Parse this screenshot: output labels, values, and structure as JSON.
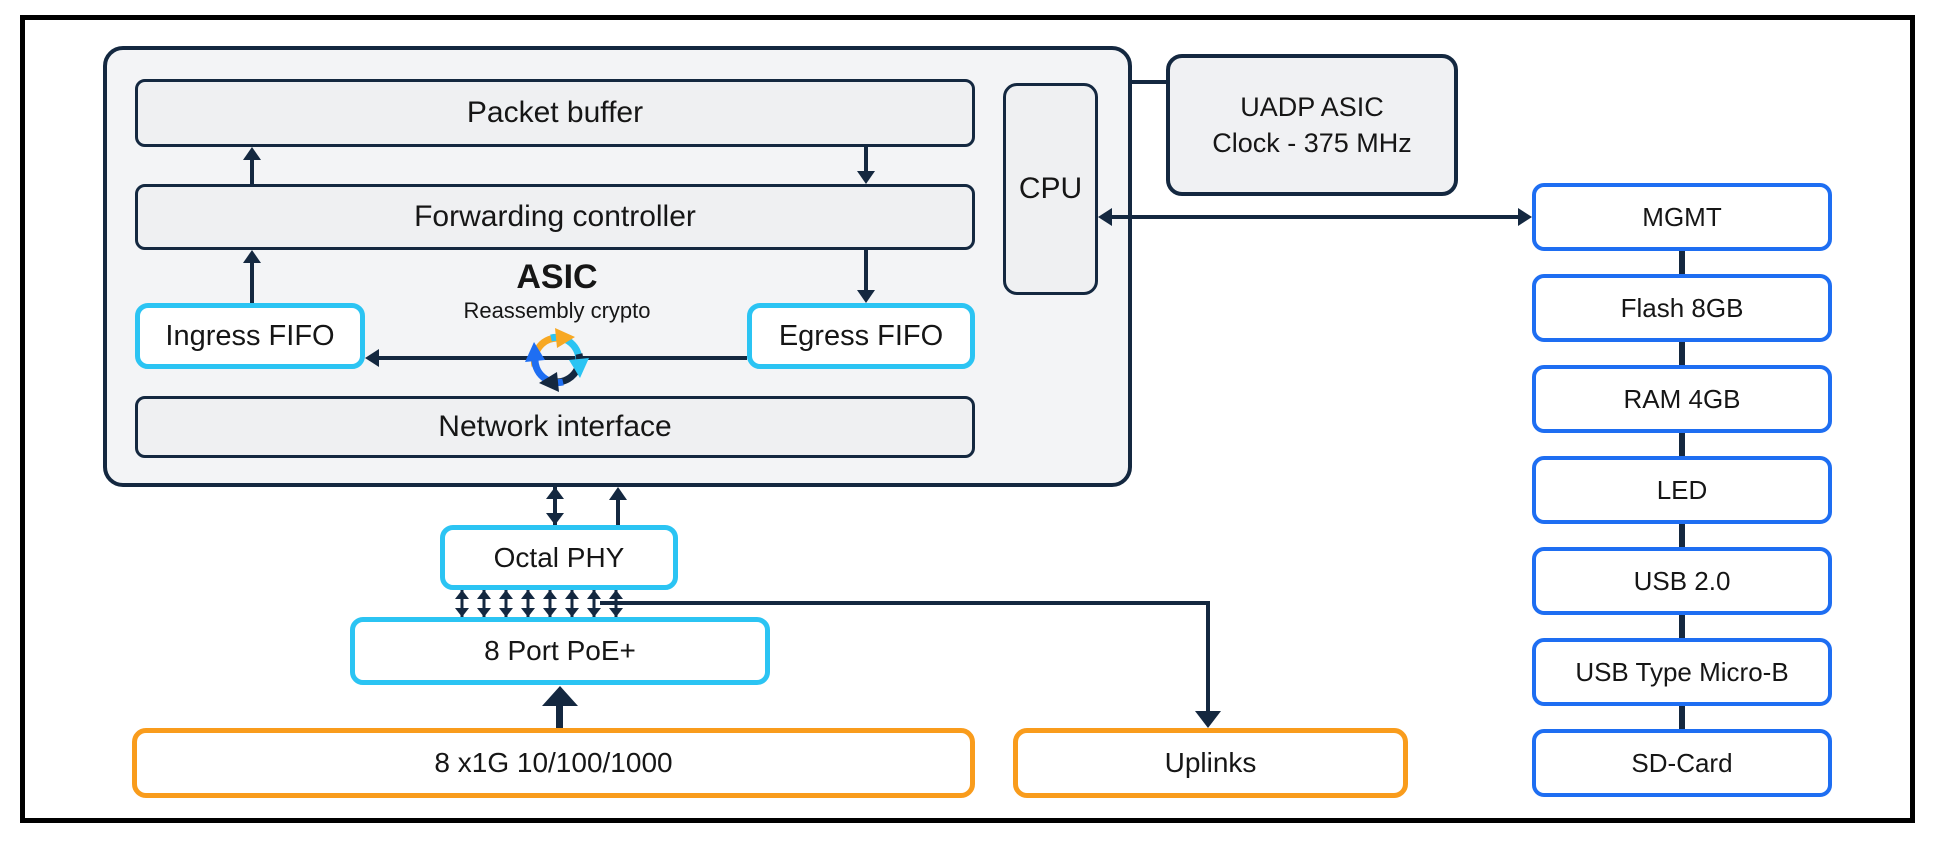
{
  "diagram": {
    "asic_block": {
      "packet_buffer": "Packet buffer",
      "forwarding_controller": "Forwarding controller",
      "asic_title": "ASIC",
      "asic_subtitle": "Reassembly crypto",
      "ingress_fifo": "Ingress FIFO",
      "egress_fifo": "Egress FIFO",
      "network_interface": "Network interface",
      "cpu": "CPU"
    },
    "uadp_clock": {
      "line1": "UADP ASIC",
      "line2": "Clock - 375 MHz"
    },
    "peripherals": [
      {
        "label": "MGMT"
      },
      {
        "label": "Flash 8GB"
      },
      {
        "label": "RAM 4GB"
      },
      {
        "label": "LED"
      },
      {
        "label": "USB 2.0"
      },
      {
        "label": "USB Type Micro-B"
      },
      {
        "label": "SD-Card"
      }
    ],
    "phy": {
      "octal_phy": "Octal PHY",
      "poe": "8 Port PoE+"
    },
    "ports": {
      "downlinks": "8 x1G 10/100/1000",
      "uplinks": "Uplinks"
    },
    "icons": {
      "asic_core": "sync-arrows-icon"
    },
    "colors": {
      "navy": "#142840",
      "cyan": "#2bc4f3",
      "blue": "#1e6ef2",
      "orange": "#f99c1c",
      "box_fill": "#eff0f2"
    }
  }
}
